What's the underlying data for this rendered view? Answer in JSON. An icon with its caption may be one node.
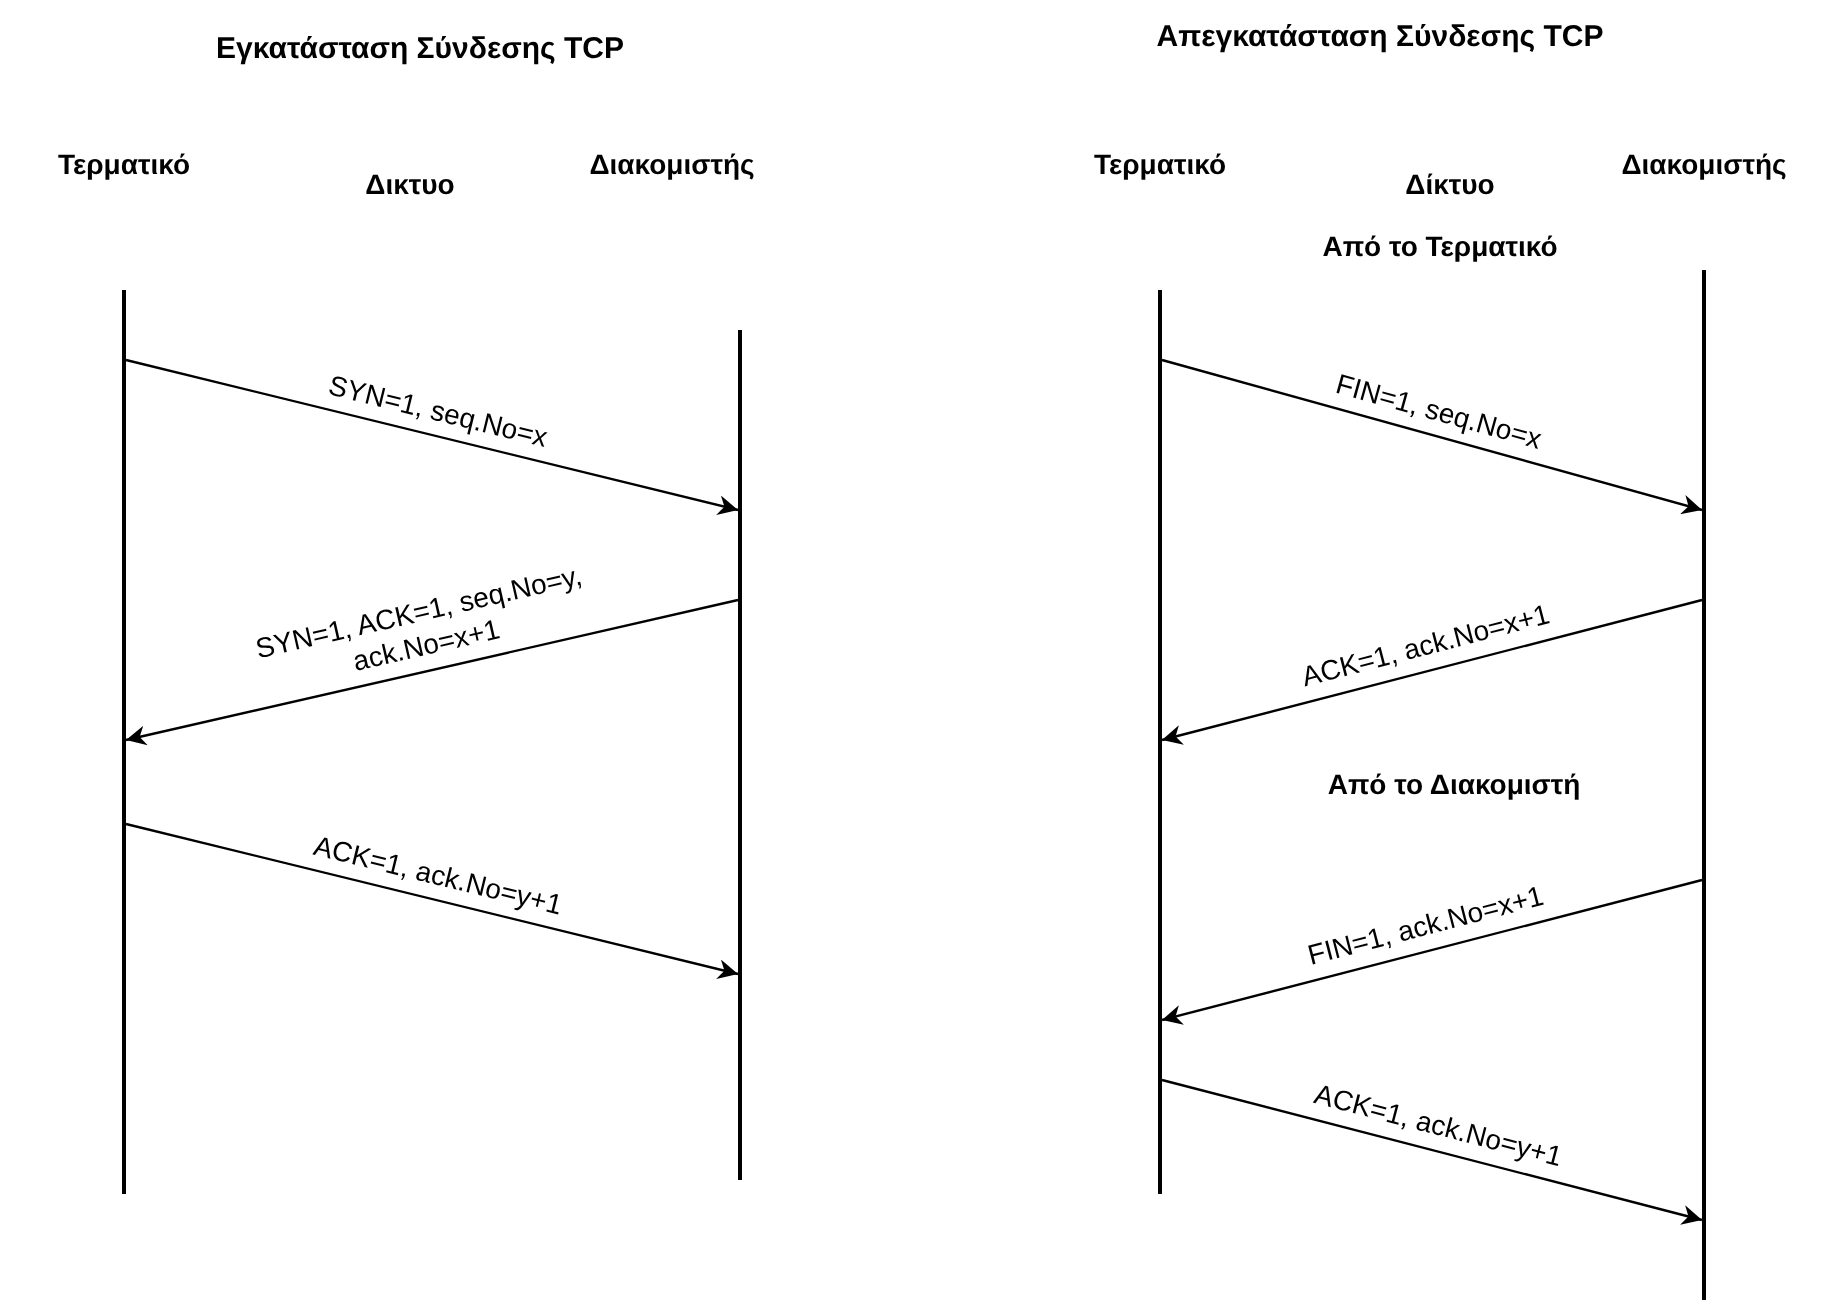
{
  "diagram": {
    "nodes": [
      {
        "text": [],
        "shape": "bar"
      },
      {
        "text": [],
        "shape": "bar"
      },
      {
        "text": [],
        "shape": "bar"
      },
      {
        "text": [],
        "shape": "bar"
      }
    ],
    "edges": [
      {
        "from": 0,
        "to": 1,
        "arrow": "to",
        "label": "SYN=1, seq.No=x"
      },
      {
        "from": 1,
        "to": 0,
        "arrow": "to",
        "label": "SYN=1, ACK=1, seq.No=y, ack.No=x+1"
      },
      {
        "from": 0,
        "to": 1,
        "arrow": "to",
        "label": "ACK=1, ack.No=y+1"
      },
      {
        "from": 2,
        "to": 3,
        "arrow": "to",
        "label": "FIN=1, seq.No=x"
      },
      {
        "from": 3,
        "to": 2,
        "arrow": "to",
        "label": "ACK=1, ack.No=x+1"
      },
      {
        "from": 3,
        "to": 2,
        "arrow": "to",
        "label": "FIN=1, ack.No=x+1"
      },
      {
        "from": 2,
        "to": 3,
        "arrow": "to",
        "label": "ACK=1, ack.No=y+1"
      }
    ],
    "labels": [
      "Εγκατάσταση Σύνδεσης TCP",
      "Απεγκατάσταση Σύνδεσης TCP",
      "Τερματικό",
      "Δικτυο",
      "Διακομιστής",
      "Τερματικό",
      "Δίκτυο",
      "Διακομιστής",
      "Από το Τερματικό",
      "Από το Διακομιστή"
    ]
  }
}
